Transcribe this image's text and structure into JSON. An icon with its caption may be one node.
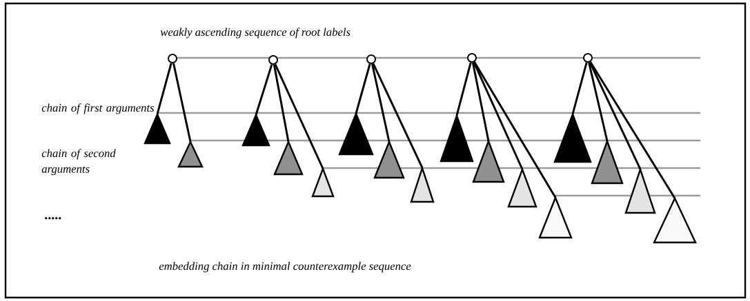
{
  "diagram": {
    "nodes": [
      {
        "text": [],
        "shape": "circle"
      },
      {
        "text": [],
        "shape": "triangle"
      },
      {
        "text": [],
        "shape": "triangle"
      },
      {
        "text": [],
        "shape": "circle"
      },
      {
        "text": [],
        "shape": "triangle"
      },
      {
        "text": [],
        "shape": "triangle"
      },
      {
        "text": [],
        "shape": "triangle"
      },
      {
        "text": [],
        "shape": "circle"
      },
      {
        "text": [],
        "shape": "triangle"
      },
      {
        "text": [],
        "shape": "triangle"
      },
      {
        "text": [],
        "shape": "triangle"
      },
      {
        "text": [],
        "shape": "circle"
      },
      {
        "text": [],
        "shape": "triangle"
      },
      {
        "text": [],
        "shape": "triangle"
      },
      {
        "text": [],
        "shape": "triangle"
      },
      {
        "text": [],
        "shape": "triangle"
      },
      {
        "text": [],
        "shape": "circle"
      },
      {
        "text": [],
        "shape": "triangle"
      },
      {
        "text": [],
        "shape": "triangle"
      },
      {
        "text": [],
        "shape": "triangle"
      },
      {
        "text": [],
        "shape": "triangle"
      }
    ],
    "edges": [
      {
        "from": 0,
        "to": 1,
        "arrow": "none"
      },
      {
        "from": 0,
        "to": 2,
        "arrow": "none"
      },
      {
        "from": 3,
        "to": 4,
        "arrow": "none"
      },
      {
        "from": 3,
        "to": 5,
        "arrow": "none"
      },
      {
        "from": 3,
        "to": 6,
        "arrow": "none"
      },
      {
        "from": 7,
        "to": 8,
        "arrow": "none"
      },
      {
        "from": 7,
        "to": 9,
        "arrow": "none"
      },
      {
        "from": 7,
        "to": 10,
        "arrow": "none"
      },
      {
        "from": 11,
        "to": 12,
        "arrow": "none"
      },
      {
        "from": 11,
        "to": 13,
        "arrow": "none"
      },
      {
        "from": 11,
        "to": 14,
        "arrow": "none"
      },
      {
        "from": 11,
        "to": 15,
        "arrow": "none"
      },
      {
        "from": 16,
        "to": 17,
        "arrow": "none"
      },
      {
        "from": 16,
        "to": 18,
        "arrow": "none"
      },
      {
        "from": 16,
        "to": 19,
        "arrow": "none"
      },
      {
        "from": 16,
        "to": 20,
        "arrow": "none"
      }
    ],
    "labels": [
      "weakly ascending sequence of root labels",
      "chain of first arguments",
      "chain of second arguments",
      ".....",
      "embedding chain in minimal counterexample sequence"
    ]
  }
}
